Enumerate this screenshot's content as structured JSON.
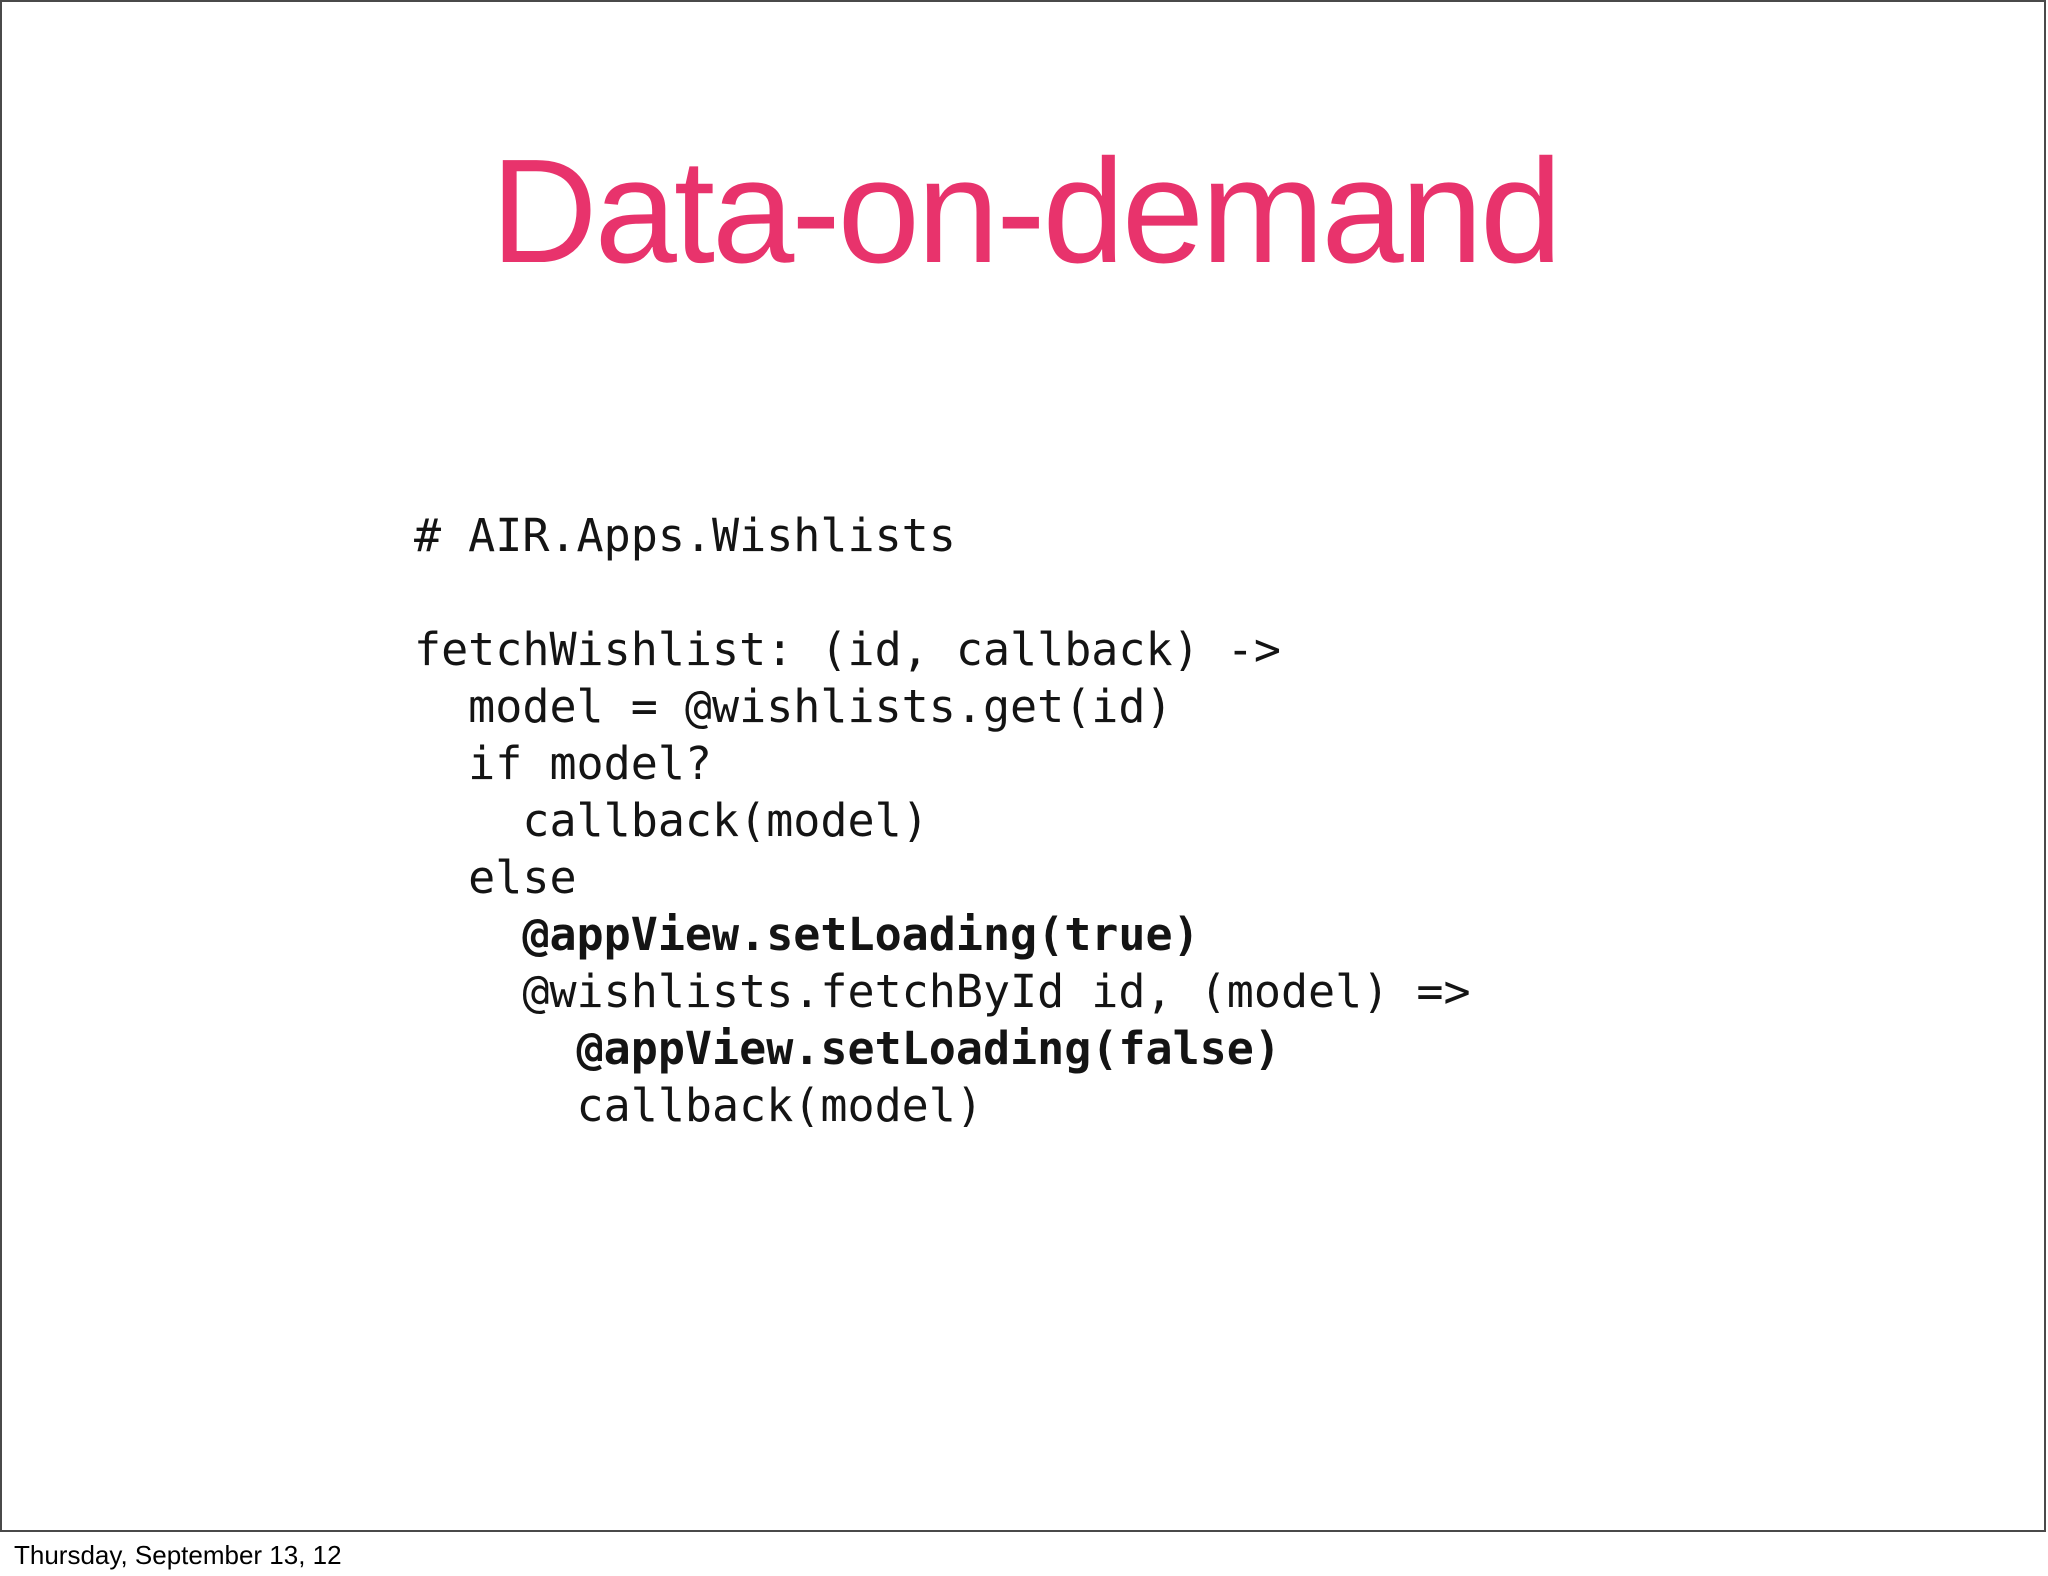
{
  "slide": {
    "title": "Data-on-demand",
    "title_color": "#e8336c",
    "background_color": "#ffffff",
    "border_color": "#4a4a4a",
    "code_color": "#141414",
    "code": {
      "language": "coffeescript",
      "lines": [
        {
          "text": "# AIR.Apps.Wishlists",
          "bold": false
        },
        {
          "text": "",
          "bold": false
        },
        {
          "text": "fetchWishlist: (id, callback) ->",
          "bold": false
        },
        {
          "text": "  model = @wishlists.get(id)",
          "bold": false
        },
        {
          "text": "  if model?",
          "bold": false
        },
        {
          "text": "    callback(model)",
          "bold": false
        },
        {
          "text": "  else",
          "bold": false
        },
        {
          "text": "    @appView.setLoading(true)",
          "bold": true
        },
        {
          "text": "    @wishlists.fetchById id, (model) =>",
          "bold": false
        },
        {
          "text": "      @appView.setLoading(false)",
          "bold": true
        },
        {
          "text": "      callback(model)",
          "bold": false
        }
      ]
    }
  },
  "footer": {
    "date": "Thursday, September 13, 12"
  }
}
